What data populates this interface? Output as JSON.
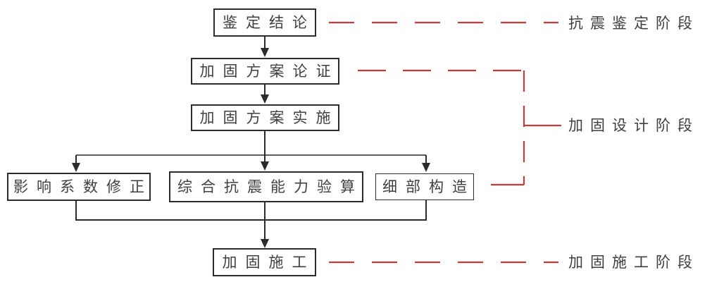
{
  "colors": {
    "flow_line": "#2b2b2b",
    "stage_line": "#c43b3c",
    "node_text": "#3f3f3f",
    "background": "#ffffff"
  },
  "flowchart": {
    "nodes": [
      {
        "id": "appraisal-conclusion",
        "label": "鉴定结论"
      },
      {
        "id": "reinforcement-scheme-demonstration",
        "label": "加固方案论证"
      },
      {
        "id": "reinforcement-scheme-implementation",
        "label": "加固方案实施"
      },
      {
        "id": "influence-coefficient-correction",
        "label": "影响系数修正"
      },
      {
        "id": "comprehensive-seismic-capacity-check",
        "label": "综合抗震能力验算"
      },
      {
        "id": "detail-construction",
        "label": "细部构造"
      },
      {
        "id": "reinforcement-construction",
        "label": "加固施工"
      }
    ],
    "stages": [
      {
        "id": "seismic-appraisal-stage",
        "label": "抗震鉴定阶段"
      },
      {
        "id": "reinforcement-design-stage",
        "label": "加固设计阶段"
      },
      {
        "id": "reinforcement-construction-stage",
        "label": "加固施工阶段"
      }
    ]
  }
}
